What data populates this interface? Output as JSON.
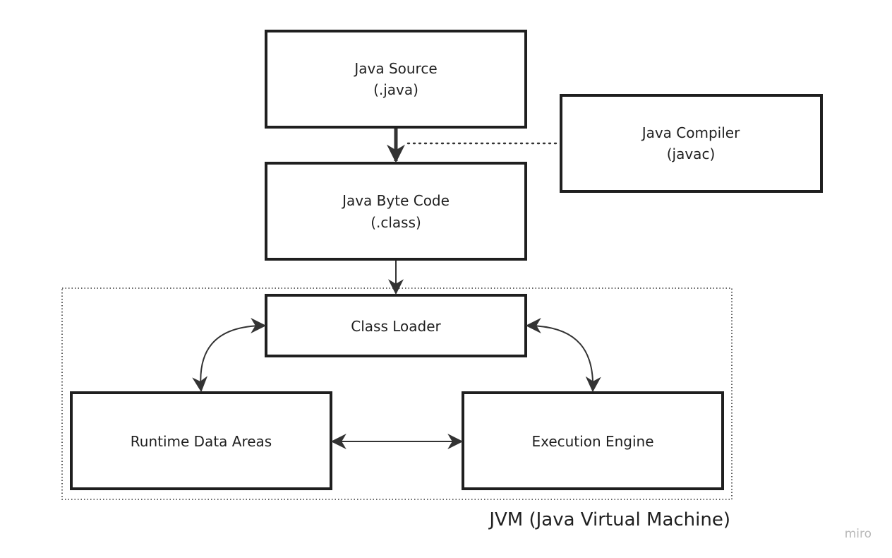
{
  "diagram": {
    "nodes": {
      "java_source": {
        "line1": "Java Source",
        "line2": "(.java)"
      },
      "java_compiler": {
        "line1": "Java Compiler",
        "line2": "(javac)"
      },
      "java_byte_code": {
        "line1": "Java Byte Code",
        "line2": "(.class)"
      },
      "class_loader": {
        "label": "Class Loader"
      },
      "runtime_data_areas": {
        "label": "Runtime Data Areas"
      },
      "execution_engine": {
        "label": "Execution Engine"
      }
    },
    "jvm_group_label": "JVM (Java Virtual Machine)",
    "watermark": "miro"
  },
  "colors": {
    "stroke": "#1f1f1f",
    "arrow": "#333333",
    "text": "#1f1f1f",
    "watermark": "#b9b9b9",
    "background": "#ffffff"
  }
}
